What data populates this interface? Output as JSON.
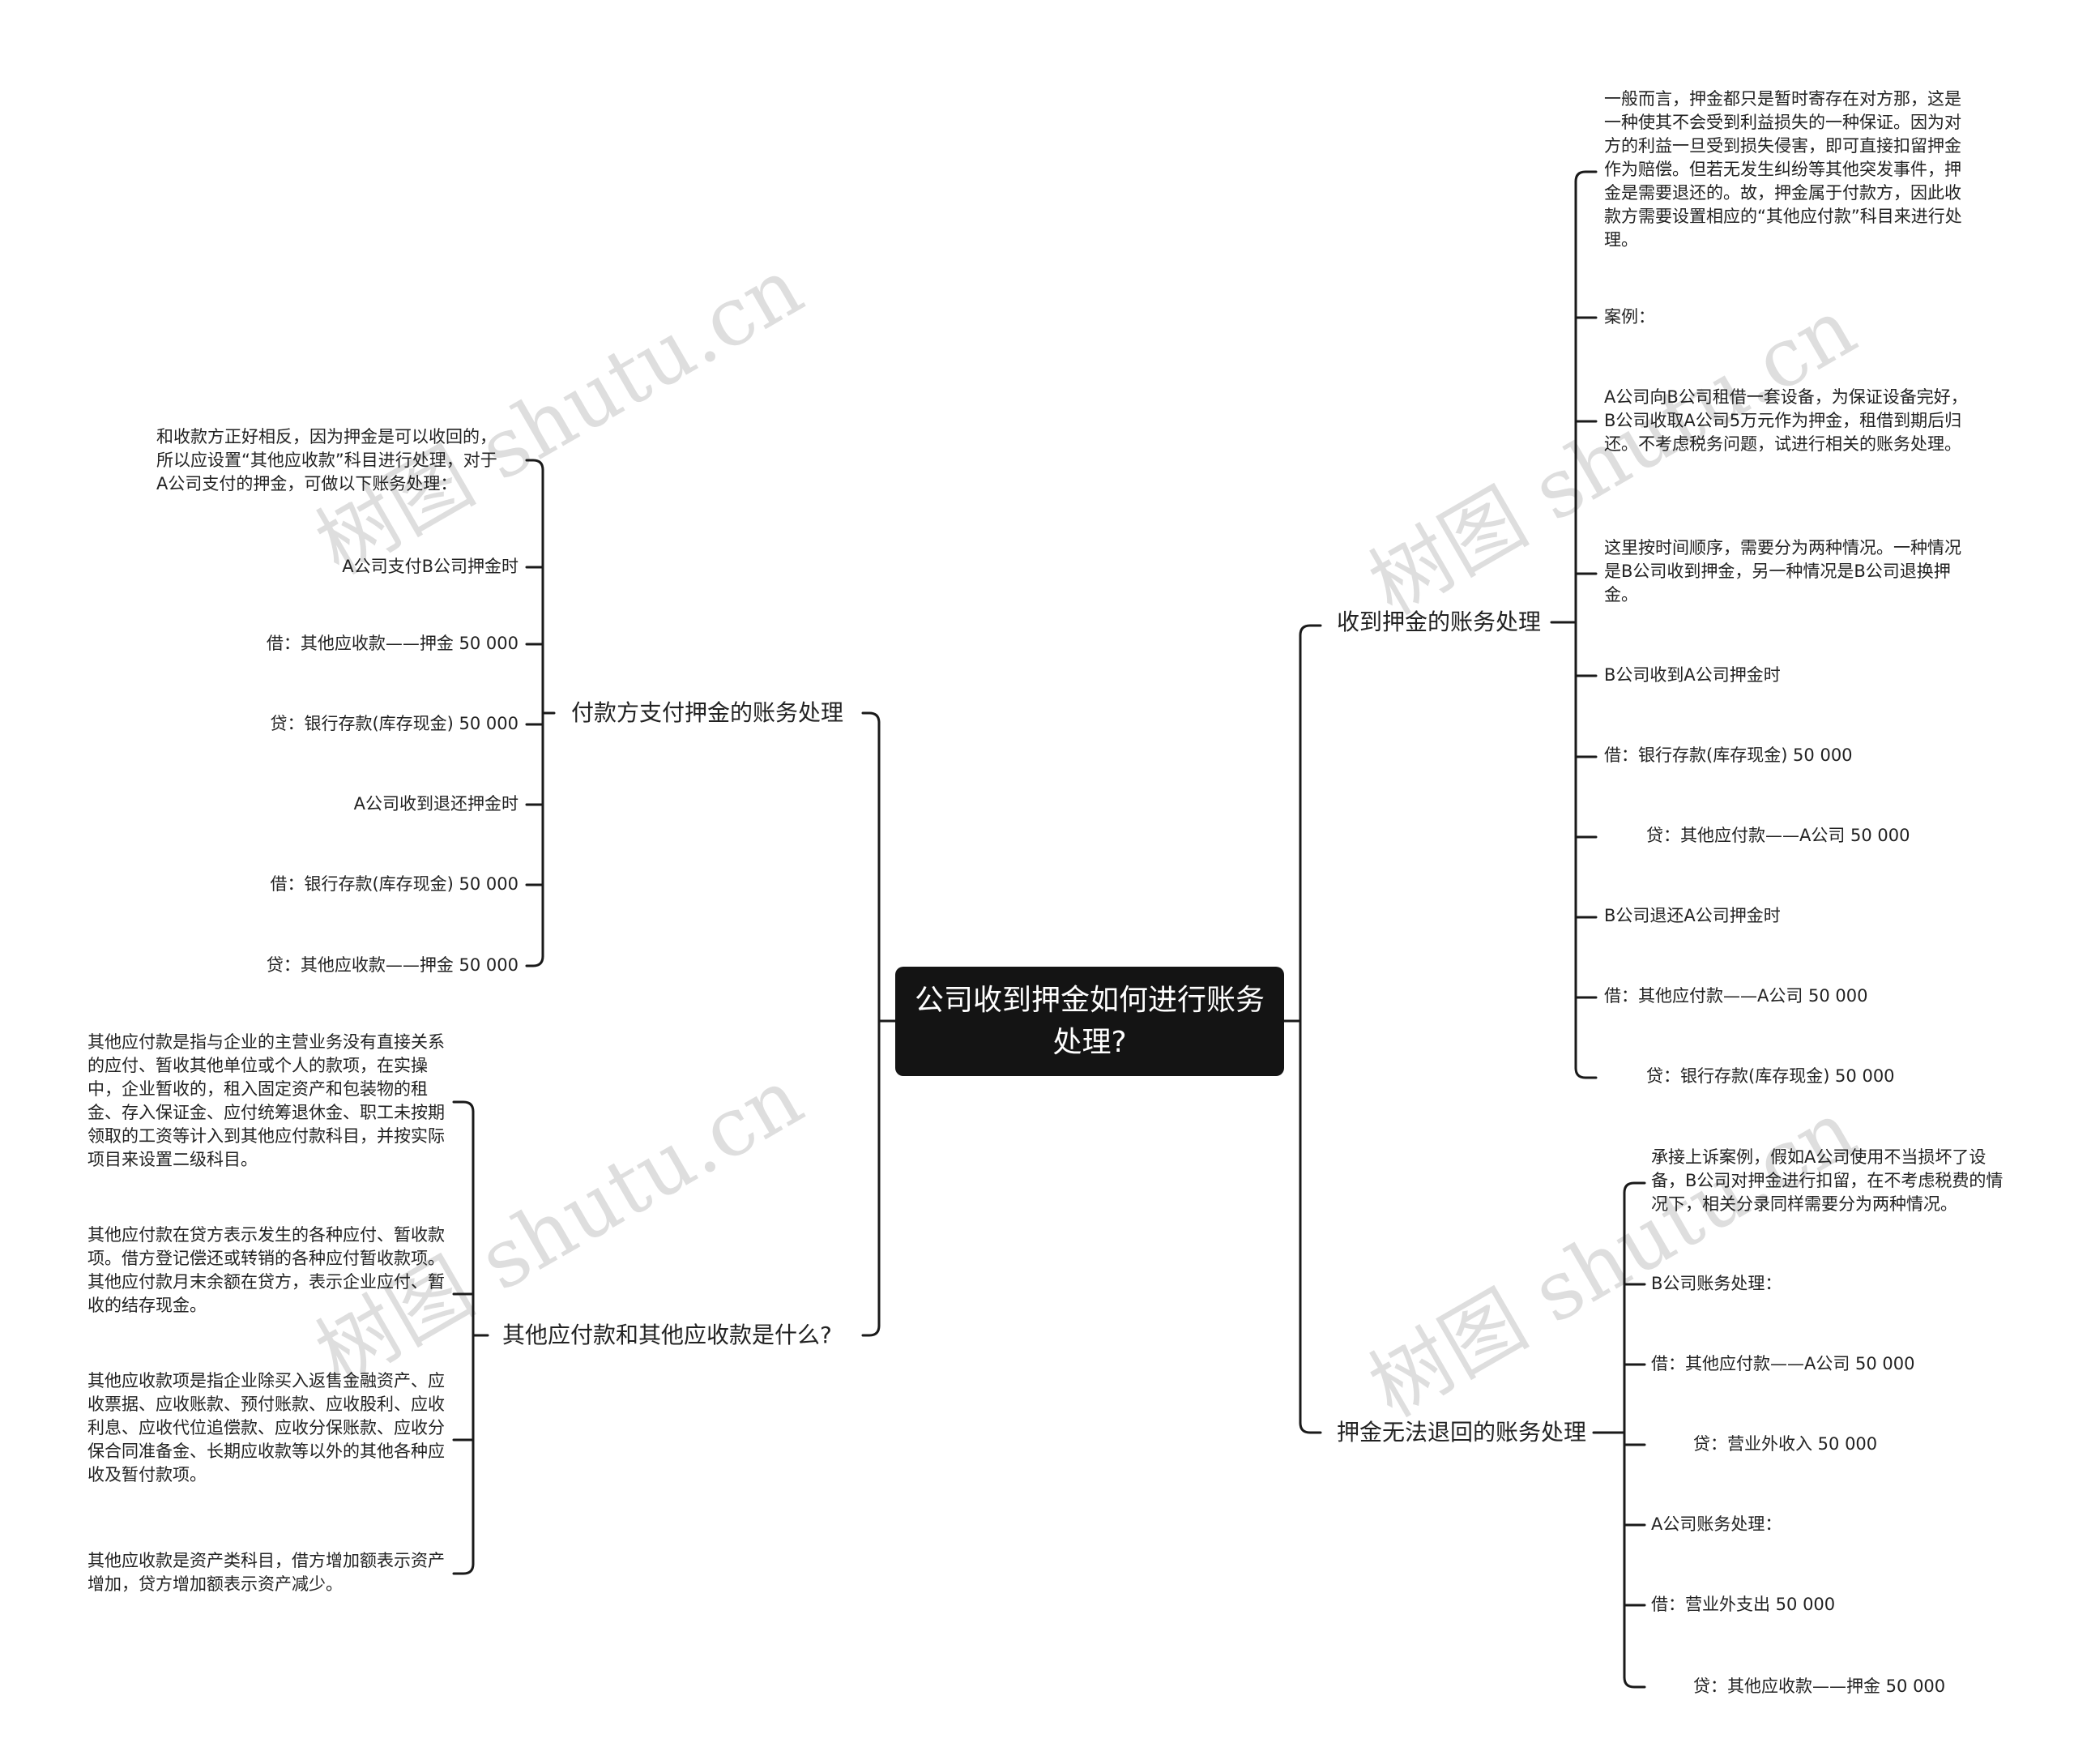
{
  "root": {
    "title": "公司收到押金如何进行账务处理?"
  },
  "watermark": "树图 shutu.cn",
  "left": {
    "payer": {
      "label": "付款方支付押金的账务处理",
      "items": [
        "和收款方正好相反，因为押金是可以收回的，所以应设置“其他应收款”科目进行处理，对于A公司支付的押金，可做以下账务处理：",
        "A公司支付B公司押金时",
        "借：其他应收款——押金 50 000",
        "贷：银行存款(库存现金) 50 000",
        "A公司收到退还押金时",
        "借：银行存款(库存现金) 50 000",
        "贷：其他应收款——押金 50 000"
      ]
    },
    "definition": {
      "label": "其他应付款和其他应收款是什么?",
      "items": [
        "其他应付款是指与企业的主营业务没有直接关系的应付、暂收其他单位或个人的款项，在实操中，企业暂收的，租入固定资产和包装物的租金、存入保证金、应付统筹退休金、职工未按期领取的工资等计入到其他应付款科目，并按实际项目来设置二级科目。",
        "其他应付款在贷方表示发生的各种应付、暂收款项。借方登记偿还或转销的各种应付暂收款项。其他应付款月末余额在贷方，表示企业应付、暂收的结存现金。",
        "其他应收款项是指企业除买入返售金融资产、应收票据、应收账款、预付账款、应收股利、应收利息、应收代位追偿款、应收分保账款、应收分保合同准备金、长期应收款等以外的其他各种应收及暂付款项。",
        "其他应收款是资产类科目，借方增加额表示资产增加，贷方增加额表示资产减少。"
      ]
    }
  },
  "right": {
    "receive": {
      "label": "收到押金的账务处理",
      "items": [
        "一般而言，押金都只是暂时寄存在对方那，这是一种使其不会受到利益损失的一种保证。因为对方的利益一旦受到损失侵害，即可直接扣留押金作为赔偿。但若无发生纠纷等其他突发事件，押金是需要退还的。故，押金属于付款方，因此收款方需要设置相应的“其他应付款”科目来进行处理。",
        "案例：",
        "A公司向B公司租借一套设备，为保证设备完好，B公司收取A公司5万元作为押金，租借到期后归还。不考虑税务问题，试进行相关的账务处理。",
        "这里按时间顺序，需要分为两种情况。一种情况是B公司收到押金，另一种情况是B公司退换押金。",
        "B公司收到A公司押金时",
        "借：银行存款(库存现金) 50 000",
        "贷：其他应付款——A公司 50 000",
        "B公司退还A公司押金时",
        "借：其他应付款——A公司 50 000",
        "贷：银行存款(库存现金) 50 000"
      ]
    },
    "forfeit": {
      "label": "押金无法退回的账务处理",
      "items": [
        "承接上诉案例，假如A公司使用不当损坏了设备，B公司对押金进行扣留，在不考虑税费的情况下，相关分录同样需要分为两种情况。",
        "B公司账务处理：",
        "借：其他应付款——A公司 50 000",
        "贷：营业外收入 50 000",
        "A公司账务处理：",
        "借：营业外支出 50 000",
        "贷：其他应收款——押金 50 000"
      ]
    }
  }
}
